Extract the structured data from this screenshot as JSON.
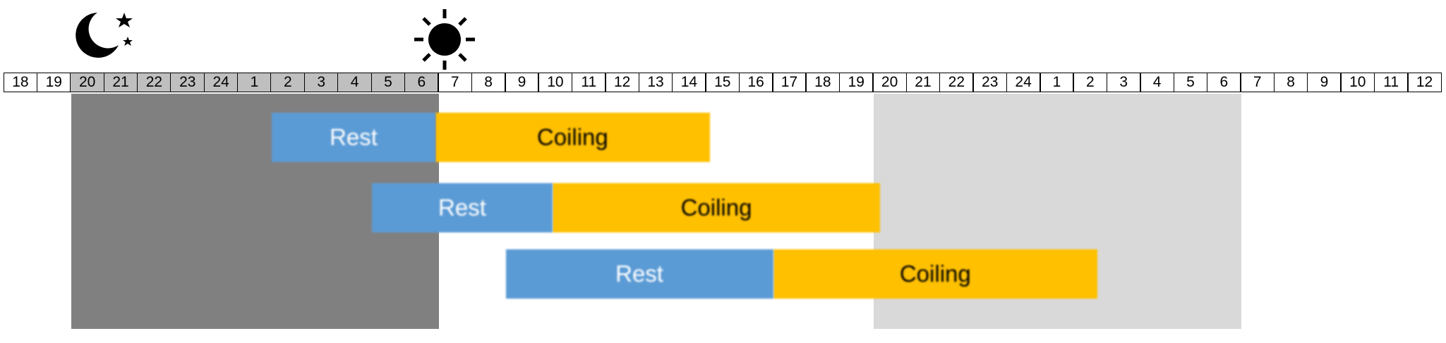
{
  "timeline": {
    "hours": [
      "18",
      "19",
      "20",
      "21",
      "22",
      "23",
      "24",
      "1",
      "2",
      "3",
      "4",
      "5",
      "6",
      "7",
      "8",
      "9",
      "10",
      "11",
      "12",
      "13",
      "14",
      "15",
      "16",
      "17",
      "18",
      "19",
      "20",
      "21",
      "22",
      "23",
      "24",
      "1",
      "2",
      "3",
      "4",
      "5",
      "6",
      "7",
      "8",
      "9",
      "10",
      "11",
      "12"
    ],
    "night_cells": [
      2,
      3,
      4,
      5,
      6,
      7,
      8,
      9,
      10,
      11,
      12
    ]
  },
  "shading": [
    {
      "name": "first-night-shading",
      "from_hour_index": 2,
      "to_hour_index": 13,
      "color": "#808080"
    },
    {
      "name": "second-night-shading",
      "from_hour_index": 26,
      "to_hour_index": 37,
      "color": "#d9d9d9"
    }
  ],
  "icons": {
    "night": "moon-and-stars-icon",
    "day": "sun-icon"
  },
  "rows": [
    {
      "rest_label": "Rest",
      "rest_start": 8,
      "rest_end": 12.9,
      "coiling_label": "Coiling",
      "coiling_start": 12.9,
      "coiling_end": 21.1
    },
    {
      "rest_label": "Rest",
      "rest_start": 11,
      "rest_end": 16.4,
      "coiling_label": "Coiling",
      "coiling_start": 16.4,
      "coiling_end": 26.2
    },
    {
      "rest_label": "Rest",
      "rest_start": 15,
      "rest_end": 23,
      "coiling_label": "Coiling",
      "coiling_start": 23,
      "coiling_end": 32.7
    }
  ],
  "colors": {
    "rest": "#5b9bd5",
    "coiling": "#ffc000",
    "night_cell": "#bfbfbf"
  }
}
